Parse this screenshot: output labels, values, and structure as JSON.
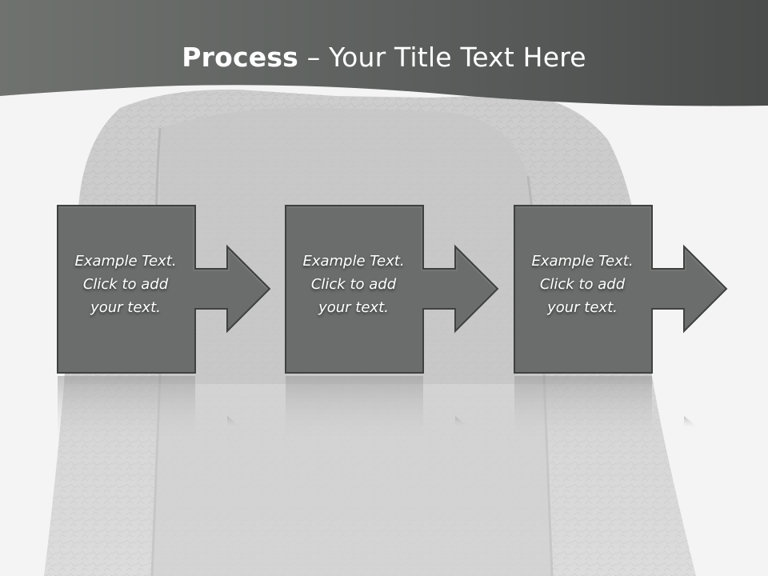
{
  "slide": {
    "title_bold": "Process",
    "title_rest": " – Your Title Text Here"
  },
  "steps": [
    {
      "line1": "Example Text.",
      "line2": "Click  to add",
      "line3": "your text."
    },
    {
      "line1": "Example Text.",
      "line2": "Click  to add",
      "line3": "your text."
    },
    {
      "line1": "Example Text.",
      "line2": "Click  to add",
      "line3": "your text."
    }
  ],
  "colors": {
    "header": "#5c5f5d",
    "box_fill": "#6a6d6b",
    "box_stroke": "#3d3f3e",
    "background": "#f4f4f4",
    "silhouette": "#c9c9c9"
  }
}
